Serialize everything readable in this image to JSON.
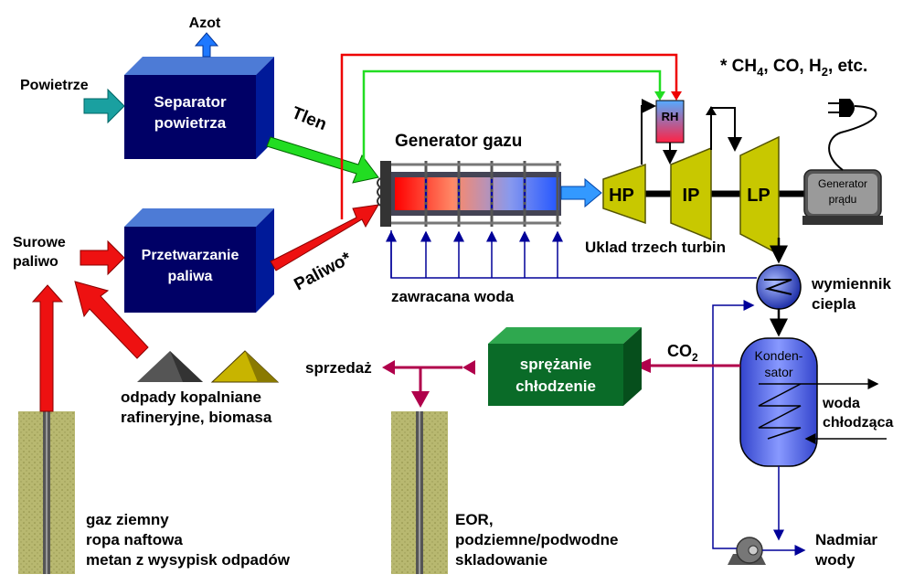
{
  "labels": {
    "azot": "Azot",
    "powietrze": "Powietrze",
    "separator_1": "Separator",
    "separator_2": "powietrza",
    "tlen": "Tlen",
    "generator_gazu": "Generator gazu",
    "footnote_prefix": "* CH",
    "footnote_sub4": "4",
    "footnote_mid": ", CO, H",
    "footnote_sub2": "2",
    "footnote_suffix": ", etc.",
    "rh": "RH",
    "hp": "HP",
    "ip": "IP",
    "lp": "LP",
    "generator_pradu_1": "Generator",
    "generator_pradu_2": "prądu",
    "surowe_1": "Surowe",
    "surowe_2": "paliwo",
    "przetwarzanie_1": "Przetwarzanie",
    "przetwarzanie_2": "paliwa",
    "paliwo": "Paliwo*",
    "uklad": "Uklad trzech turbin",
    "zawracana": "zawracana woda",
    "wymiennik_1": "wymiennik",
    "wymiennik_2": "ciepla",
    "sprzedaz": "sprzedaż",
    "sprezanie_1": "sprężanie",
    "sprezanie_2": "chłodzenie",
    "co2_main": "CO",
    "co2_sub": "2",
    "kondensator_1": "Konden-",
    "kondensator_2": "sator",
    "woda_chl_1": "woda",
    "woda_chl_2": "chłodząca",
    "odpady_1": "odpady kopalniane",
    "odpady_2": "rafineryjne, biomasa",
    "gaz_1": "gaz ziemny",
    "gaz_2": "ropa naftowa",
    "gaz_3": "metan z wysypisk odpadów",
    "eor_1": "EOR,",
    "eor_2": "podziemne/podwodne",
    "eor_3": "skladowanie",
    "nadmiar_1": "Nadmiar",
    "nadmiar_2": "wody"
  },
  "colors": {
    "box_blue": "#000066",
    "box_blue_light": "#3399ff",
    "box_green": "#0a6b28",
    "turbine": "#c8c800",
    "co2_line": "#b0004b",
    "water_line": "#000099",
    "oxygen_arrow": "#22dd22",
    "fuel_arrow": "#ee0000",
    "well": "#b6b66a"
  }
}
